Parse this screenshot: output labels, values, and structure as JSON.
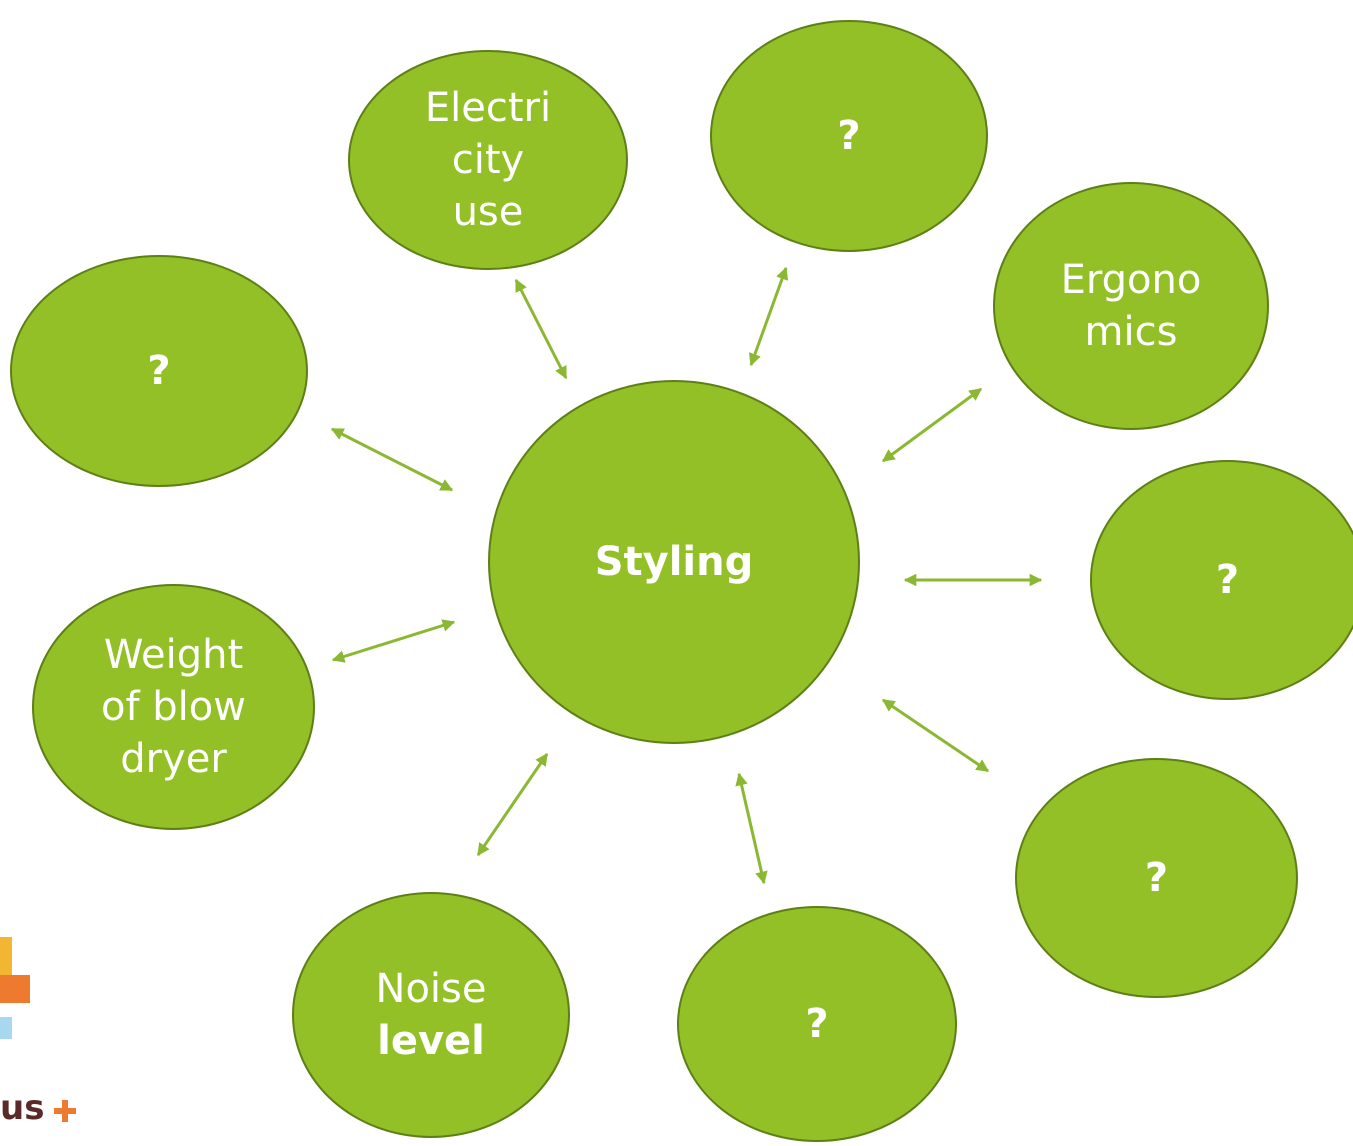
{
  "diagram": {
    "center": {
      "label": "Styling"
    },
    "nodes": [
      {
        "id": "electricity",
        "lines": [
          "Electri",
          "city",
          "use"
        ]
      },
      {
        "id": "top",
        "lines": [
          "?"
        ]
      },
      {
        "id": "ergonomics",
        "lines": [
          "Ergono",
          "mics"
        ]
      },
      {
        "id": "left-top",
        "lines": [
          "?"
        ]
      },
      {
        "id": "right",
        "lines": [
          "?"
        ]
      },
      {
        "id": "weight",
        "lines": [
          "Weight",
          "of blow",
          "dryer"
        ]
      },
      {
        "id": "right-bottom",
        "lines": [
          "?"
        ]
      },
      {
        "id": "noise",
        "lines": [
          "Noise",
          "level"
        ]
      },
      {
        "id": "bottom",
        "lines": [
          "?"
        ]
      }
    ]
  },
  "colors": {
    "node_fill": "#92c026",
    "node_border": "#5e7f16",
    "arrow": "#8ab832",
    "text": "#ffffff"
  },
  "logo": {
    "text": "us+"
  }
}
